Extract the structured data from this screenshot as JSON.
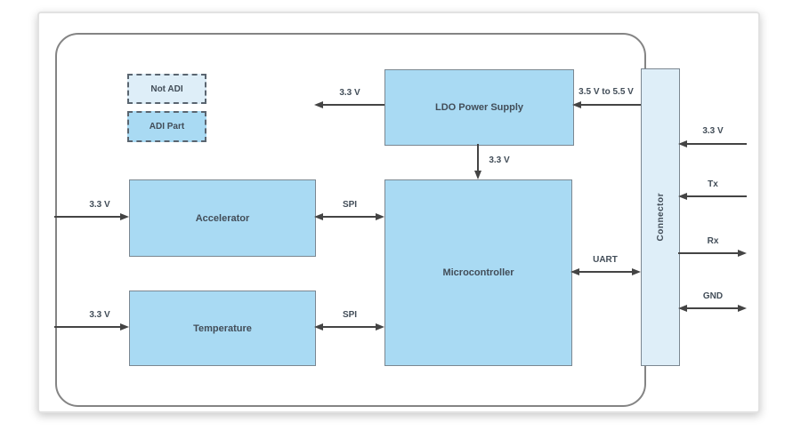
{
  "diagram": {
    "title_semantic": "sensor-board-block-diagram",
    "legend": {
      "not_adi": "Not ADI",
      "adi_part": "ADI Part"
    },
    "blocks": {
      "ldo": "LDO Power Supply",
      "microcontroller": "Microcontroller",
      "accelerator": "Accelerator",
      "temperature": "Temperature",
      "connector": "Connector"
    },
    "arrow_labels": {
      "ldo_output": "3.3 V",
      "ldo_input": "3.5 V to 5.5 V",
      "ldo_to_microcontroller": "3.3 V",
      "accelerator_supply": "3.3 V",
      "temperature_supply": "3.3 V",
      "spi_accelerator": "SPI",
      "spi_temperature": "SPI",
      "uart": "UART",
      "connector_supply": "3.3 V",
      "tx": "Tx",
      "rx": "Rx",
      "gnd": "GND"
    },
    "colors": {
      "adi_part_fill": "#a9daf3",
      "not_adi_fill": "#deeef8",
      "block_border": "#7b8791",
      "board_border": "#848484",
      "arrow": "#444444",
      "text": "#424d58"
    }
  }
}
